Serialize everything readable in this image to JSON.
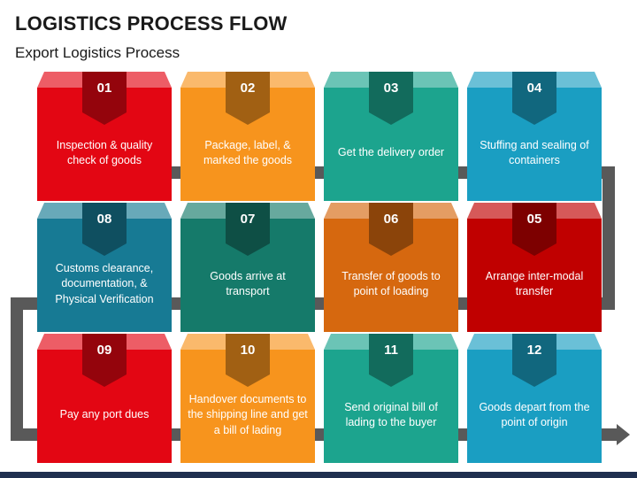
{
  "title": "LOGISTICS PROCESS FLOW",
  "subtitle": "Export Logistics Process",
  "steps": [
    {
      "num": "01",
      "text": "Inspection & quality check of goods",
      "color": "#e30613"
    },
    {
      "num": "02",
      "text": "Package, label, & marked the goods",
      "color": "#f7941d"
    },
    {
      "num": "03",
      "text": "Get the delivery order",
      "color": "#1ca48e"
    },
    {
      "num": "04",
      "text": "Stuffing and sealing of containers",
      "color": "#1a9ec2"
    },
    {
      "num": "05",
      "text": "Arrange inter-modal transfer",
      "color": "#c00000"
    },
    {
      "num": "06",
      "text": "Transfer of goods to point of loading",
      "color": "#d6680f"
    },
    {
      "num": "07",
      "text": "Goods arrive at transport",
      "color": "#157a6a"
    },
    {
      "num": "08",
      "text": "Customs clearance, documentation, & Physical Verification",
      "color": "#177a94"
    },
    {
      "num": "09",
      "text": "Pay any port dues",
      "color": "#e30613"
    },
    {
      "num": "10",
      "text": "Handover documents to the shipping line and get a bill of lading",
      "color": "#f7941d"
    },
    {
      "num": "11",
      "text": "Send original bill of lading to the buyer",
      "color": "#1ca48e"
    },
    {
      "num": "12",
      "text": "Goods depart from the point of origin",
      "color": "#1a9ec2"
    }
  ],
  "connector_color": "#595959",
  "footer_color": "#1f2f4f"
}
